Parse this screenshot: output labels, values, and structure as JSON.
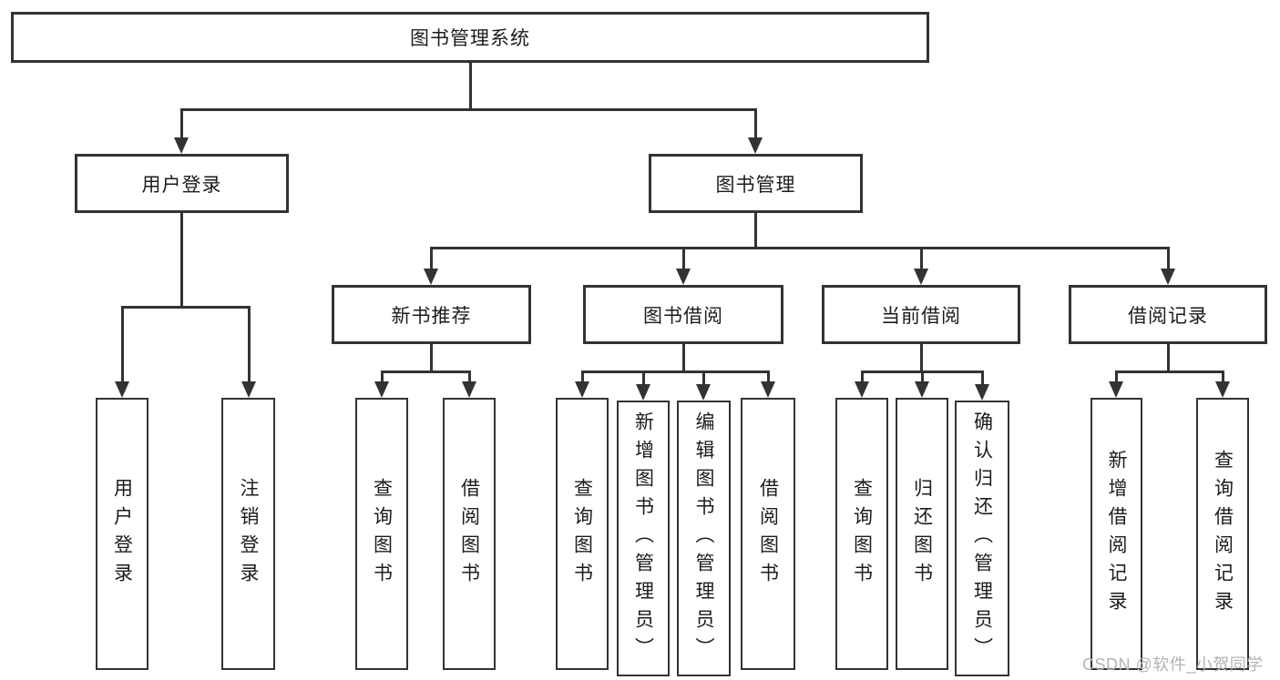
{
  "diagram_type": "hierarchy-tree",
  "tree": {
    "label": "图书管理系统",
    "children": [
      {
        "label": "用户登录",
        "children": [
          {
            "label": "用户登录"
          },
          {
            "label": "注销登录"
          }
        ]
      },
      {
        "label": "图书管理",
        "children": [
          {
            "label": "新书推荐",
            "children": [
              {
                "label": "查询图书"
              },
              {
                "label": "借阅图书"
              }
            ]
          },
          {
            "label": "图书借阅",
            "children": [
              {
                "label": "查询图书"
              },
              {
                "label": "新增图书（管理员）"
              },
              {
                "label": "编辑图书（管理员）"
              },
              {
                "label": "借阅图书"
              }
            ]
          },
          {
            "label": "当前借阅",
            "children": [
              {
                "label": "查询图书"
              },
              {
                "label": "归还图书"
              },
              {
                "label": "确认归还（管理员）"
              }
            ]
          },
          {
            "label": "借阅记录",
            "children": [
              {
                "label": "新增借阅记录"
              },
              {
                "label": "查询借阅记录"
              }
            ]
          }
        ]
      }
    ]
  },
  "watermark": "CSDN @软件_小贺同学",
  "colors": {
    "background": "#ffffff",
    "line": "#333333",
    "text": "#1c1c1c",
    "watermark": "#b3b3b3"
  }
}
